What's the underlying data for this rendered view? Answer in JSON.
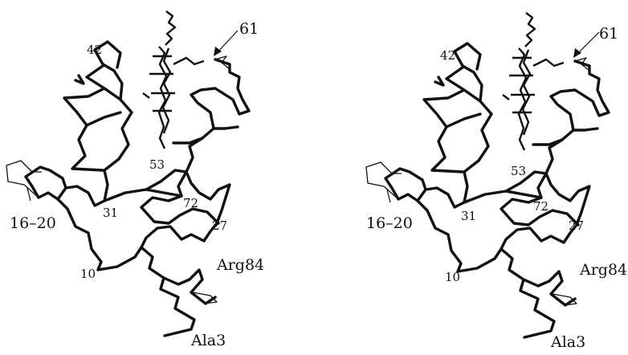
{
  "figure": {
    "labels": {
      "res42": "42",
      "res61": "61",
      "res53": "53",
      "res31": "31",
      "res72": "72",
      "res27": "27",
      "res16_20": "16–20",
      "res10": "10",
      "arg84": "Arg84",
      "ala3": "Ala3"
    },
    "panels": [
      "left",
      "right"
    ]
  }
}
